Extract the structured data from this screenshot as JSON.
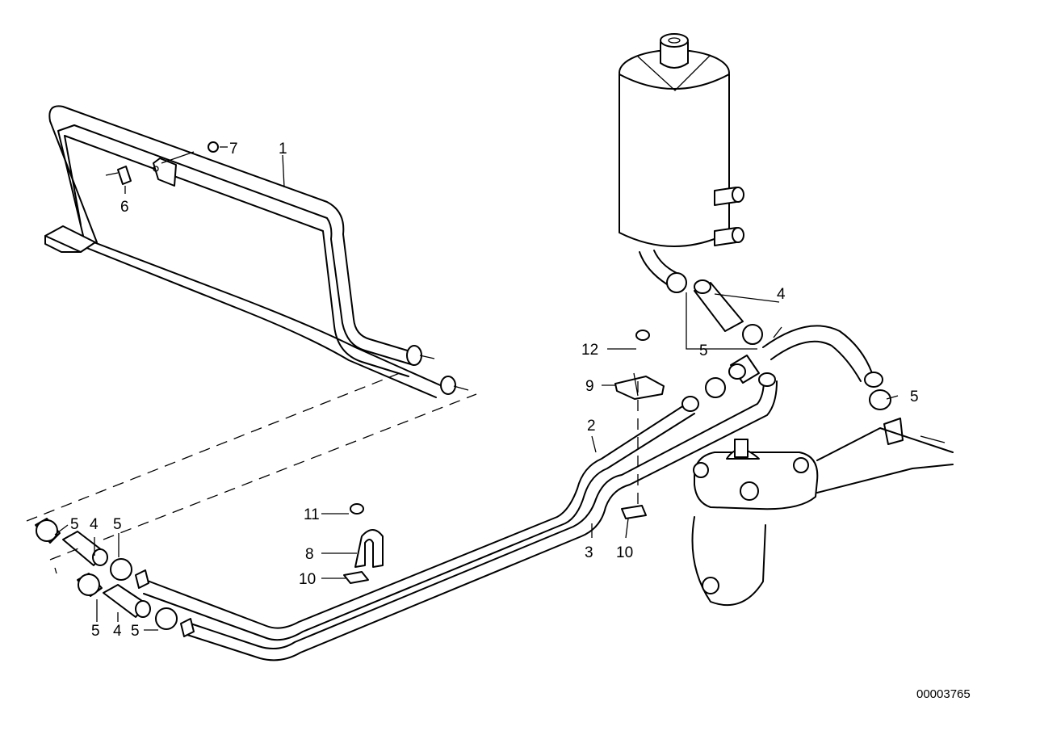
{
  "callouts": {
    "c1": "1",
    "c2": "2",
    "c3": "3",
    "c4a": "4",
    "c4b": "4",
    "c4c": "4",
    "c5a": "5",
    "c5b": "5",
    "c5c": "5",
    "c5d": "5",
    "c5e": "5",
    "c5f": "5",
    "c6": "6",
    "c7": "7",
    "c8": "8",
    "c9": "9",
    "c10a": "10",
    "c10b": "10",
    "c11": "11",
    "c12": "12"
  },
  "drawing_number": "00003765"
}
